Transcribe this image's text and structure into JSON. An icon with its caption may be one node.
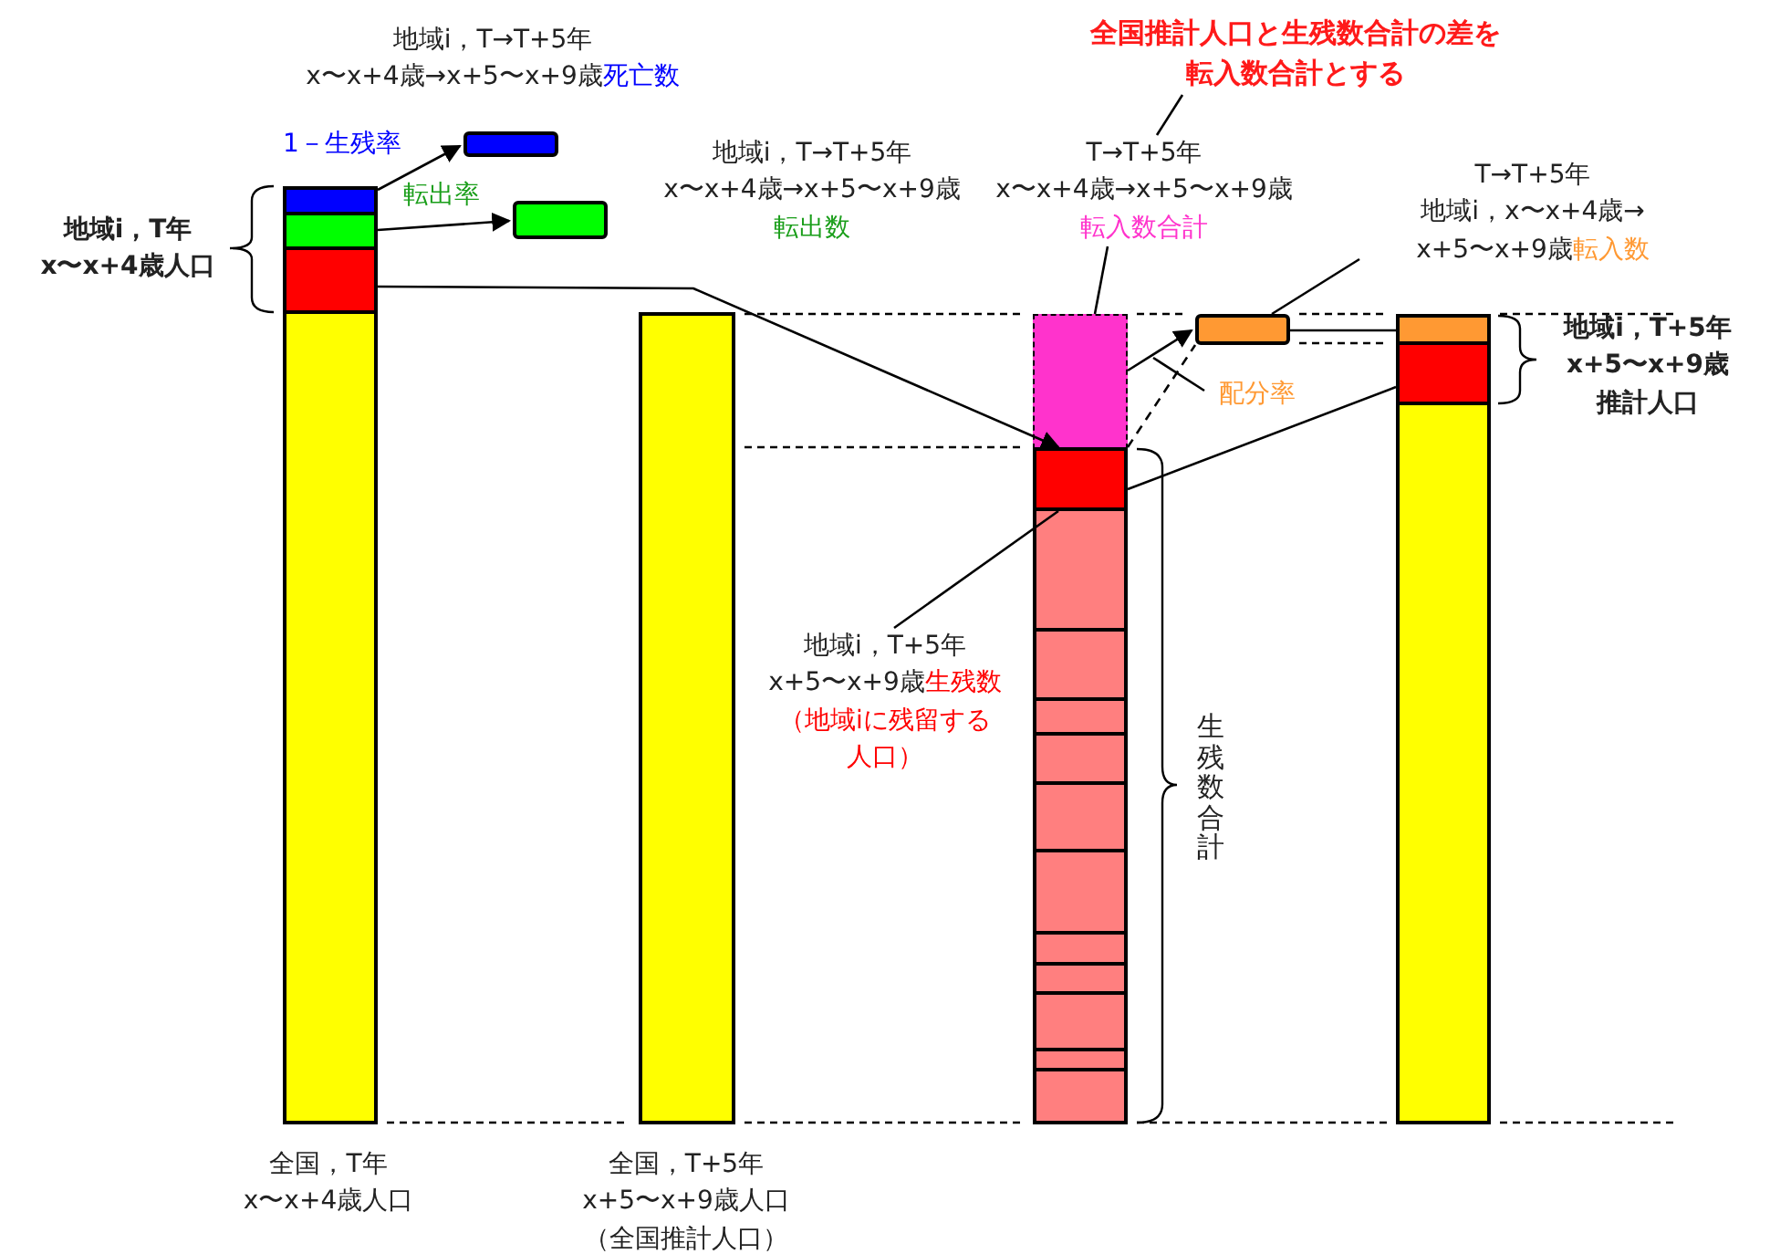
{
  "diagram": {
    "nodes": [
      {
        "text": [],
        "shape": "bar"
      },
      {
        "text": [],
        "shape": "bar"
      },
      {
        "text": [],
        "shape": "bar"
      },
      {
        "text": [],
        "shape": "bar"
      },
      {
        "text": [],
        "shape": "box"
      },
      {
        "text": [],
        "shape": "box"
      },
      {
        "text": [],
        "shape": "bar"
      },
      {
        "text": [],
        "shape": "bar"
      },
      {
        "text": [],
        "shape": "bar"
      },
      {
        "text": [],
        "shape": "bar"
      },
      {
        "text": [],
        "shape": "box"
      },
      {
        "text": [],
        "shape": "bar"
      },
      {
        "text": [],
        "shape": "bar"
      },
      {
        "text": [],
        "shape": "bar"
      },
      {
        "text": [
          "全国推計人口と生残数合計の差を転入数合計とする"
        ]
      },
      {
        "text": [
          "T→T+5年",
          "x〜x+4歳→x+5〜x+9歳",
          "転入数合計"
        ]
      },
      {
        "text": [
          "配分率"
        ]
      },
      {
        "text": [
          "T→T+5年",
          "地域i，x〜x+4歳→",
          "x+5〜x+9歳",
          "転入数"
        ]
      },
      {
        "text": [
          "地域i，T+5年",
          "x+5〜x+9歳",
          "生残数",
          "（地域iに残留する人口）"
        ]
      }
    ],
    "edges": [
      {
        "from": 0,
        "to": 4,
        "arrow": "to",
        "label": "1－生残率"
      },
      {
        "from": 1,
        "to": 5,
        "arrow": "to",
        "label": "転出率"
      },
      {
        "from": 2,
        "to": 8,
        "arrow": "to"
      },
      {
        "from": 14,
        "to": 15,
        "arrow": "none"
      },
      {
        "from": 15,
        "to": 7,
        "arrow": "none"
      },
      {
        "from": 7,
        "to": 10,
        "arrow": "to"
      },
      {
        "from": 8,
        "to": 10,
        "arrow": "none",
        "style": "dashed"
      },
      {
        "from": 16,
        "to": null,
        "arrow": "none"
      },
      {
        "from": 17,
        "to": 10,
        "arrow": "none"
      },
      {
        "from": 10,
        "to": 11,
        "arrow": "none"
      },
      {
        "from": 18,
        "to": 8,
        "arrow": "none"
      },
      {
        "from": 12,
        "to": 8,
        "arrow": "none"
      }
    ],
    "labels": [
      "地域i，T→T+5年",
      "x〜x+4歳→x+5〜x+9歳",
      "死亡数",
      "地域i，T→T+5年",
      "x〜x+4歳→x+5〜x+9歳",
      "転出数",
      "地域i，T年",
      "x〜x+4歳人口",
      "地域i，T+5年",
      "x+5〜x+9歳",
      "推計人口",
      "生残数合計",
      "全国，T年",
      "x〜x+4歳人口",
      "全国，T+5年",
      "x+5〜x+9歳人口",
      "（全国推計人口）"
    ]
  }
}
